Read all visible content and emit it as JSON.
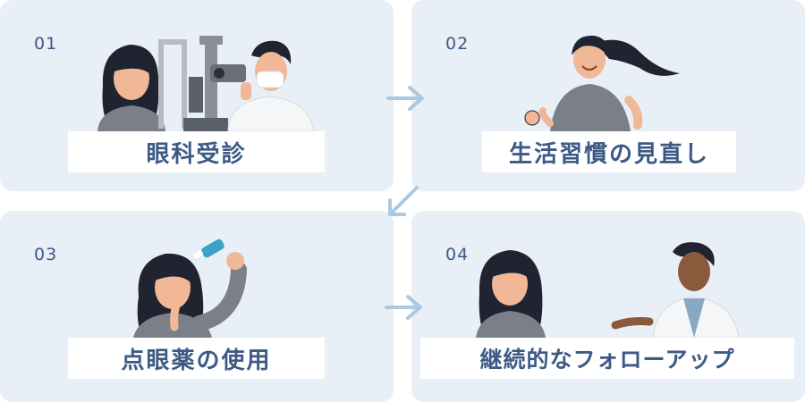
{
  "steps": [
    {
      "number": "01",
      "label": "眼科受診"
    },
    {
      "number": "02",
      "label": "生活習慣の見直し"
    },
    {
      "number": "03",
      "label": "点眼薬の使用"
    },
    {
      "number": "04",
      "label": "継続的なフォローアップ"
    }
  ],
  "icons": {
    "step1": "eye-exam-illustration",
    "step2": "running-woman-illustration",
    "step3": "eye-drops-illustration",
    "step4": "doctor-consultation-illustration",
    "arrows": "arrow-icon"
  },
  "colors": {
    "card_bg": "#e9eff7",
    "label_bg": "#ffffff",
    "text_primary": "#3c5a85",
    "arrow": "#a9c9e3"
  }
}
